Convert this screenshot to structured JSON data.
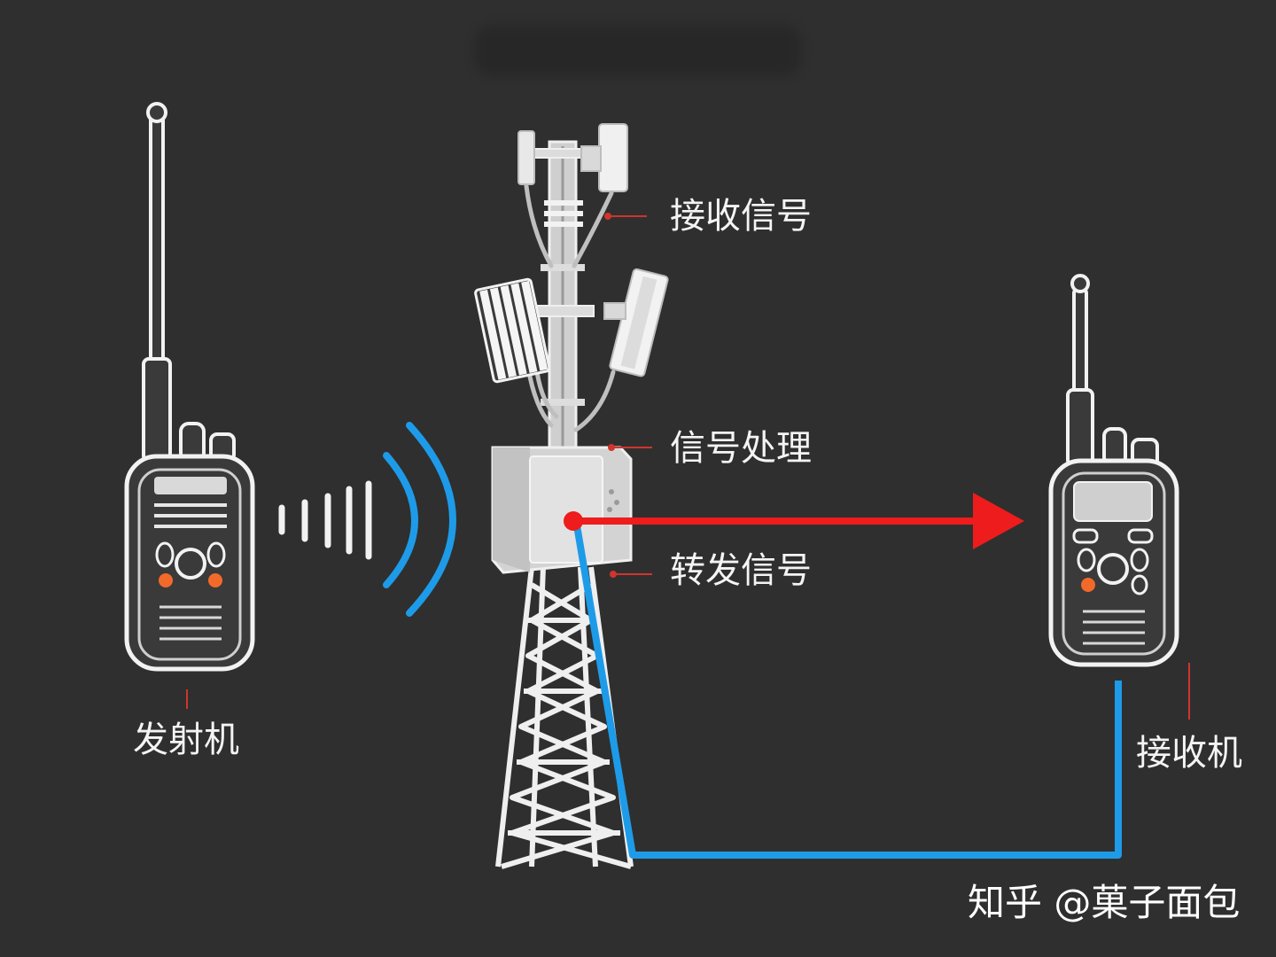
{
  "labels": {
    "receive_signal": "接收信号",
    "process_signal": "信号处理",
    "forward_signal": "转发信号",
    "transmitter": "发射机",
    "receiver": "接收机"
  },
  "watermark": "知乎 @菓子面包",
  "colors": {
    "background": "#2f2f2f",
    "outline": "#f2f2f2",
    "radio_body": "#3a3a3a",
    "wave": "#1e9be8",
    "forward_arrow": "#ee1c1c",
    "blue_link": "#1e9be8",
    "leader_line": "#d0342c",
    "orange_button": "#f26a2a"
  },
  "icons": {
    "transmitter": "walkie-talkie-icon",
    "receiver": "walkie-talkie-icon",
    "tower": "cell-tower-icon",
    "waves": "radio-wave-icon"
  }
}
